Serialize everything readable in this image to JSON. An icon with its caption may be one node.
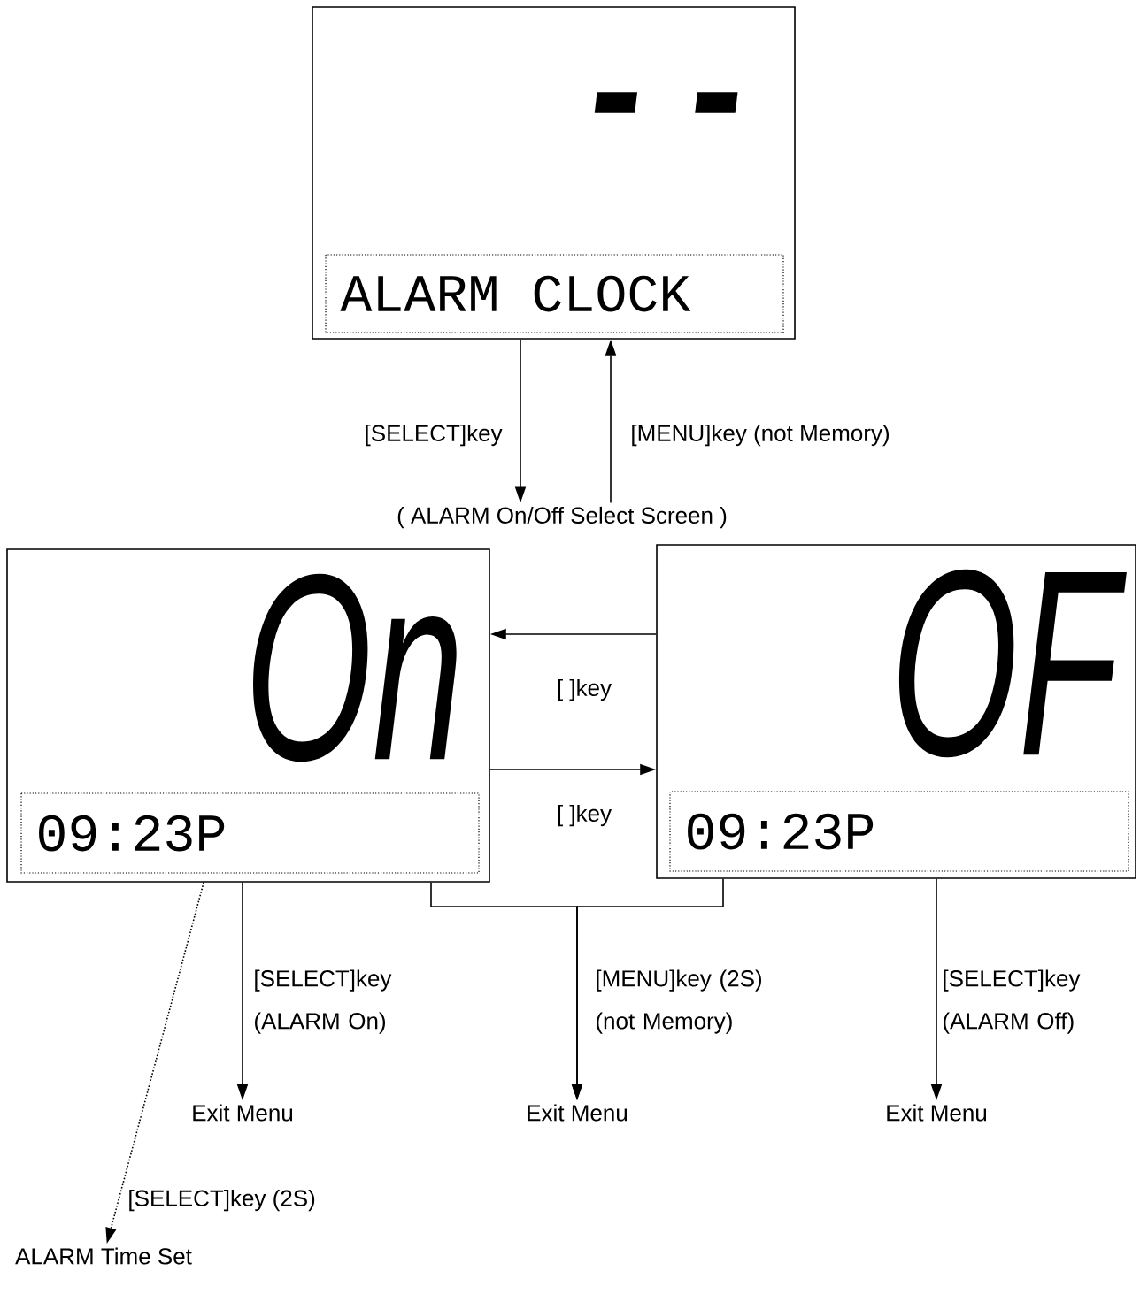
{
  "diagram": {
    "nodes": [
      {
        "text": [
          "- -",
          "ALARM CLOCK"
        ]
      },
      {
        "text": [
          "( ALARM On/Off Select Screen )"
        ]
      },
      {
        "text": [
          "On",
          "09:23P"
        ]
      },
      {
        "text": [
          "OF",
          "09:23P"
        ]
      },
      {
        "text": [
          "Exit Menu"
        ]
      },
      {
        "text": [
          "Exit Menu"
        ]
      },
      {
        "text": [
          "Exit Menu"
        ]
      },
      {
        "text": [
          "ALARM Time Set"
        ]
      }
    ],
    "edges": [
      {
        "from": 0,
        "to": 1,
        "arrow": "to",
        "label": "[SELECT]key"
      },
      {
        "from": 1,
        "to": 0,
        "arrow": "to",
        "label": "[MENU]key (not Memory)"
      },
      {
        "from": 3,
        "to": 2,
        "arrow": "to",
        "label": "[ ]key"
      },
      {
        "from": 2,
        "to": 3,
        "arrow": "to",
        "label": "[ ]key"
      },
      {
        "from": 2,
        "to": 4,
        "arrow": "to",
        "label": "[SELECT]key (ALARM On)"
      },
      {
        "from": 2,
        "to": 5,
        "arrow": "to",
        "label": "[MENU]key (2S) (not Memory)"
      },
      {
        "from": 3,
        "to": 5,
        "arrow": "to"
      },
      {
        "from": 3,
        "to": 6,
        "arrow": "to",
        "label": "[SELECT]key (ALARM Off)"
      },
      {
        "from": 2,
        "to": 7,
        "arrow": "to",
        "label": "[SELECT]key (2S)",
        "style": "dashed"
      }
    ]
  }
}
